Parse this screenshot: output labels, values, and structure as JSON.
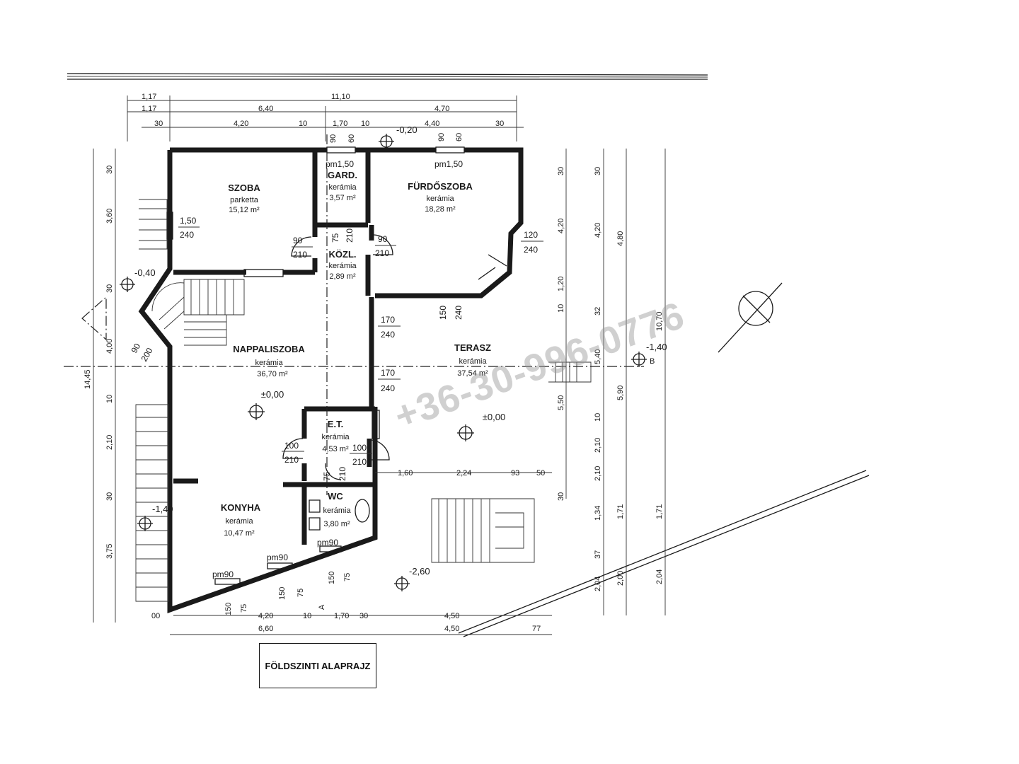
{
  "title": "FÖLDSZINTI ALAPRAJZ",
  "watermark": "+36-30-996-0776",
  "rooms": {
    "szoba": {
      "name": "SZOBA",
      "material": "parketta",
      "area": "15,12 m²"
    },
    "gard": {
      "name": "GARD.",
      "material": "kerámia",
      "area": "3,57 m²"
    },
    "furdo": {
      "name": "FÜRDŐSZOBA",
      "material": "kerámia",
      "area": "18,28 m²"
    },
    "kozl": {
      "name": "KÖZL.",
      "material": "kerámia",
      "area": "2,89 m²"
    },
    "nappali": {
      "name": "NAPPALISZOBA",
      "material": "kerámia",
      "area": "36,70 m²"
    },
    "terasz": {
      "name": "TERASZ",
      "material": "kerámia",
      "area": "37,54 m²"
    },
    "et": {
      "name": "E.T.",
      "material": "kerámia",
      "area": "4,53 m²"
    },
    "konyha": {
      "name": "KONYHA",
      "material": "kerámia",
      "area": "10,47 m²"
    },
    "wc": {
      "name": "WC",
      "material": "kerámia",
      "area": "3,80 m²"
    }
  },
  "levels": {
    "nappali": "±0,00",
    "terasz": "±0,00",
    "top": "-0,20",
    "left_top": "-0,40",
    "right": "-1,40",
    "left_bottom": "-1,40",
    "bottom": "-2,60"
  },
  "window_labels": {
    "gard": "pm1,50",
    "furdo": "pm1,50",
    "konyha1": "pm90",
    "konyha2": "pm90",
    "wc": "pm90"
  },
  "door_labels": {
    "szoba_w": [
      "1,50",
      "240"
    ],
    "szoba_door": [
      "90",
      "210"
    ],
    "kozl_door": [
      "90",
      "210"
    ],
    "furdo_corner": [
      "120",
      "240"
    ],
    "terasz_1": [
      "170",
      "240"
    ],
    "terasz_2": [
      "170",
      "240"
    ],
    "furdo_bottom": [
      "150",
      "240"
    ],
    "stair_door": [
      "90",
      "200"
    ],
    "et_left": [
      "100",
      "210"
    ],
    "et_right": [
      "100",
      "210"
    ],
    "wc_door": [
      "75",
      "210"
    ],
    "kozl_small": [
      "75",
      "210"
    ]
  },
  "dims_top": {
    "row1": [
      "1,17",
      "11,10"
    ],
    "row2": [
      "1,17",
      "6,40",
      "4,70"
    ],
    "row3": [
      "30",
      "4,20",
      "10",
      "1,70",
      "10",
      "90",
      "60",
      "4,40",
      "90",
      "60",
      "30"
    ]
  },
  "dims_bottom": {
    "row1": [
      "00",
      "4,20",
      "10",
      "1,70",
      "30",
      "4,50"
    ],
    "row2": [
      "6,60",
      "4,50",
      "77"
    ],
    "terasz": [
      "1,60",
      "2,24",
      "93",
      "50"
    ],
    "windows": [
      "150",
      "75",
      "150",
      "75",
      "150",
      "75"
    ]
  },
  "dims_left": [
    "30",
    "3,60",
    "30",
    "4,00",
    "14,45",
    "10",
    "2,10",
    "30",
    "3,75"
  ],
  "dims_right": {
    "col1": [
      "30",
      "4,20",
      "10",
      "1,20",
      "5,50",
      "30"
    ],
    "col2": [
      "30",
      "4,20",
      "32",
      "5,40",
      "10",
      "2,10",
      "2,10",
      "1,34",
      "37",
      "2,04"
    ],
    "col3": [
      "4,80",
      "5,90",
      "1,71",
      "2,00"
    ],
    "col4": [
      "10,70",
      "1,71",
      "2,04"
    ]
  },
  "section_marks": {
    "a": "A",
    "b": "B"
  }
}
